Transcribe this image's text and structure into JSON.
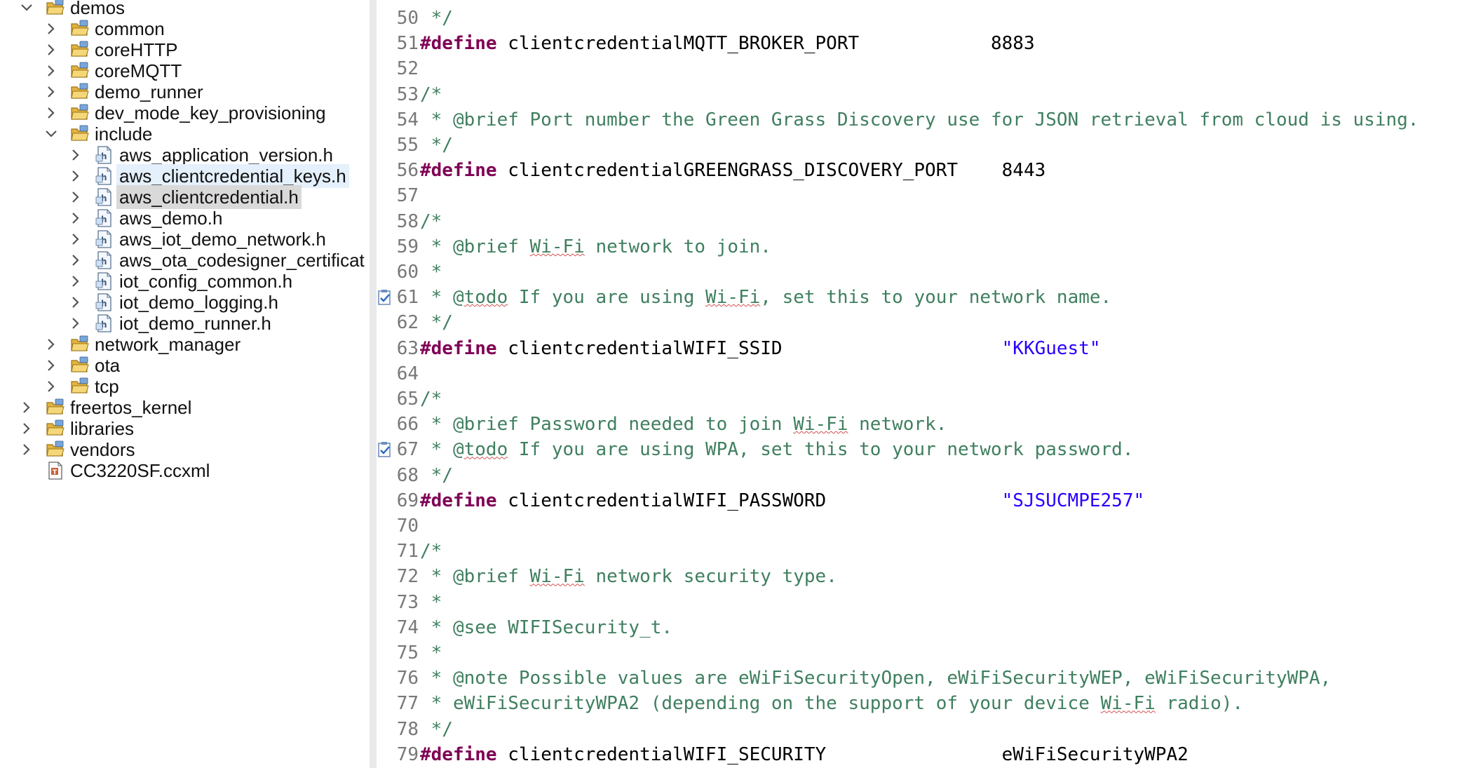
{
  "colors": {
    "comment": "#3f7f5f",
    "keyword": "#7f0055",
    "string": "#2a00ff",
    "line_number": "#787878",
    "folder": "#e3b341",
    "selection": "#d9d9d9",
    "hover": "#e4f0fb"
  },
  "project_explorer": {
    "items": [
      {
        "label": "demos",
        "level": 0,
        "kind": "folder",
        "expanded": true
      },
      {
        "label": "common",
        "level": 1,
        "kind": "folder",
        "expanded": false
      },
      {
        "label": "coreHTTP",
        "level": 1,
        "kind": "folder",
        "expanded": false
      },
      {
        "label": "coreMQTT",
        "level": 1,
        "kind": "folder",
        "expanded": false
      },
      {
        "label": "demo_runner",
        "level": 1,
        "kind": "folder",
        "expanded": false
      },
      {
        "label": "dev_mode_key_provisioning",
        "level": 1,
        "kind": "folder",
        "expanded": false
      },
      {
        "label": "include",
        "level": 1,
        "kind": "folder",
        "expanded": true
      },
      {
        "label": "aws_application_version.h",
        "level": 2,
        "kind": "header",
        "expanded": false
      },
      {
        "label": "aws_clientcredential_keys.h",
        "level": 2,
        "kind": "header",
        "expanded": false,
        "hovered": true
      },
      {
        "label": "aws_clientcredential.h",
        "level": 2,
        "kind": "header",
        "expanded": false,
        "selected": true
      },
      {
        "label": "aws_demo.h",
        "level": 2,
        "kind": "header",
        "expanded": false
      },
      {
        "label": "aws_iot_demo_network.h",
        "level": 2,
        "kind": "header",
        "expanded": false
      },
      {
        "label": "aws_ota_codesigner_certificat",
        "level": 2,
        "kind": "header",
        "expanded": false
      },
      {
        "label": "iot_config_common.h",
        "level": 2,
        "kind": "header",
        "expanded": false
      },
      {
        "label": "iot_demo_logging.h",
        "level": 2,
        "kind": "header",
        "expanded": false
      },
      {
        "label": "iot_demo_runner.h",
        "level": 2,
        "kind": "header",
        "expanded": false
      },
      {
        "label": "network_manager",
        "level": 1,
        "kind": "folder",
        "expanded": false
      },
      {
        "label": "ota",
        "level": 1,
        "kind": "folder",
        "expanded": false
      },
      {
        "label": "tcp",
        "level": 1,
        "kind": "folder",
        "expanded": false
      },
      {
        "label": "freertos_kernel",
        "level": 0,
        "kind": "folder",
        "expanded": false
      },
      {
        "label": "libraries",
        "level": 0,
        "kind": "folder",
        "expanded": false
      },
      {
        "label": "vendors",
        "level": 0,
        "kind": "folder",
        "expanded": false
      },
      {
        "label": "CC3220SF.ccxml",
        "level": 0,
        "kind": "ccxml",
        "leaf": true
      }
    ]
  },
  "editor": {
    "lines": [
      {
        "no": "50",
        "tokens": [
          {
            "t": " */",
            "c": "cm"
          }
        ]
      },
      {
        "no": "51",
        "tokens": [
          {
            "t": "#define",
            "c": "kw"
          },
          {
            "t": " clientcredentialMQTT_BROKER_PORT            ",
            "c": "id"
          },
          {
            "t": "8883",
            "c": "num"
          }
        ]
      },
      {
        "no": "52",
        "tokens": []
      },
      {
        "no": "53",
        "tokens": [
          {
            "t": "/*",
            "c": "cm"
          }
        ]
      },
      {
        "no": "54",
        "tokens": [
          {
            "t": " * @brief Port number the Green Grass Discovery use for JSON retrieval from cloud is using.",
            "c": "cm"
          }
        ]
      },
      {
        "no": "55",
        "tokens": [
          {
            "t": " */",
            "c": "cm"
          }
        ]
      },
      {
        "no": "56",
        "tokens": [
          {
            "t": "#define",
            "c": "kw"
          },
          {
            "t": " clientcredentialGREENGRASS_DISCOVERY_PORT    ",
            "c": "id"
          },
          {
            "t": "8443",
            "c": "num"
          }
        ]
      },
      {
        "no": "57",
        "tokens": []
      },
      {
        "no": "58",
        "tokens": [
          {
            "t": "/*",
            "c": "cm"
          }
        ]
      },
      {
        "no": "59",
        "tokens": [
          {
            "t": " * @brief ",
            "c": "cm"
          },
          {
            "t": "Wi-Fi",
            "c": "cm",
            "squiggle": true
          },
          {
            "t": " network to join.",
            "c": "cm"
          }
        ]
      },
      {
        "no": "60",
        "tokens": [
          {
            "t": " *",
            "c": "cm"
          }
        ]
      },
      {
        "no": "61",
        "marker": true,
        "tokens": [
          {
            "t": " * @",
            "c": "cm"
          },
          {
            "t": "todo",
            "c": "cm",
            "squiggle": true
          },
          {
            "t": " If you are using ",
            "c": "cm"
          },
          {
            "t": "Wi-Fi",
            "c": "cm",
            "squiggle": true
          },
          {
            "t": ", set this to your network name.",
            "c": "cm"
          }
        ]
      },
      {
        "no": "62",
        "tokens": [
          {
            "t": " */",
            "c": "cm"
          }
        ]
      },
      {
        "no": "63",
        "tokens": [
          {
            "t": "#define",
            "c": "kw"
          },
          {
            "t": " clientcredentialWIFI_SSID                    ",
            "c": "id"
          },
          {
            "t": "\"KKGuest\"",
            "c": "str"
          }
        ]
      },
      {
        "no": "64",
        "tokens": []
      },
      {
        "no": "65",
        "tokens": [
          {
            "t": "/*",
            "c": "cm"
          }
        ]
      },
      {
        "no": "66",
        "tokens": [
          {
            "t": " * @brief Password needed to join ",
            "c": "cm"
          },
          {
            "t": "Wi-Fi",
            "c": "cm",
            "squiggle": true
          },
          {
            "t": " network.",
            "c": "cm"
          }
        ]
      },
      {
        "no": "67",
        "marker": true,
        "tokens": [
          {
            "t": " * @",
            "c": "cm"
          },
          {
            "t": "todo",
            "c": "cm",
            "squiggle": true
          },
          {
            "t": " If you are using WPA, set this to your network password.",
            "c": "cm"
          }
        ]
      },
      {
        "no": "68",
        "tokens": [
          {
            "t": " */",
            "c": "cm"
          }
        ]
      },
      {
        "no": "69",
        "tokens": [
          {
            "t": "#define",
            "c": "kw"
          },
          {
            "t": " clientcredentialWIFI_PASSWORD                ",
            "c": "id"
          },
          {
            "t": "\"SJSUCMPE257\"",
            "c": "str"
          }
        ]
      },
      {
        "no": "70",
        "tokens": []
      },
      {
        "no": "71",
        "tokens": [
          {
            "t": "/*",
            "c": "cm"
          }
        ]
      },
      {
        "no": "72",
        "tokens": [
          {
            "t": " * @brief ",
            "c": "cm"
          },
          {
            "t": "Wi-Fi",
            "c": "cm",
            "squiggle": true
          },
          {
            "t": " network security type.",
            "c": "cm"
          }
        ]
      },
      {
        "no": "73",
        "tokens": [
          {
            "t": " *",
            "c": "cm"
          }
        ]
      },
      {
        "no": "74",
        "tokens": [
          {
            "t": " * @see WIFISecurity_t.",
            "c": "cm"
          }
        ]
      },
      {
        "no": "75",
        "tokens": [
          {
            "t": " *",
            "c": "cm"
          }
        ]
      },
      {
        "no": "76",
        "tokens": [
          {
            "t": " * @note Possible values are eWiFiSecurityOpen, eWiFiSecurityWEP, eWiFiSecurityWPA,",
            "c": "cm"
          }
        ]
      },
      {
        "no": "77",
        "tokens": [
          {
            "t": " * eWiFiSecurityWPA2 (depending on the support of your device ",
            "c": "cm"
          },
          {
            "t": "Wi-Fi",
            "c": "cm",
            "squiggle": true
          },
          {
            "t": " radio).",
            "c": "cm"
          }
        ]
      },
      {
        "no": "78",
        "tokens": [
          {
            "t": " */",
            "c": "cm"
          }
        ]
      },
      {
        "no": "79",
        "tokens": [
          {
            "t": "#define",
            "c": "kw"
          },
          {
            "t": " clientcredentialWIFI_SECURITY                ",
            "c": "id"
          },
          {
            "t": "eWiFiSecurityWPA2",
            "c": "id"
          }
        ]
      }
    ]
  }
}
